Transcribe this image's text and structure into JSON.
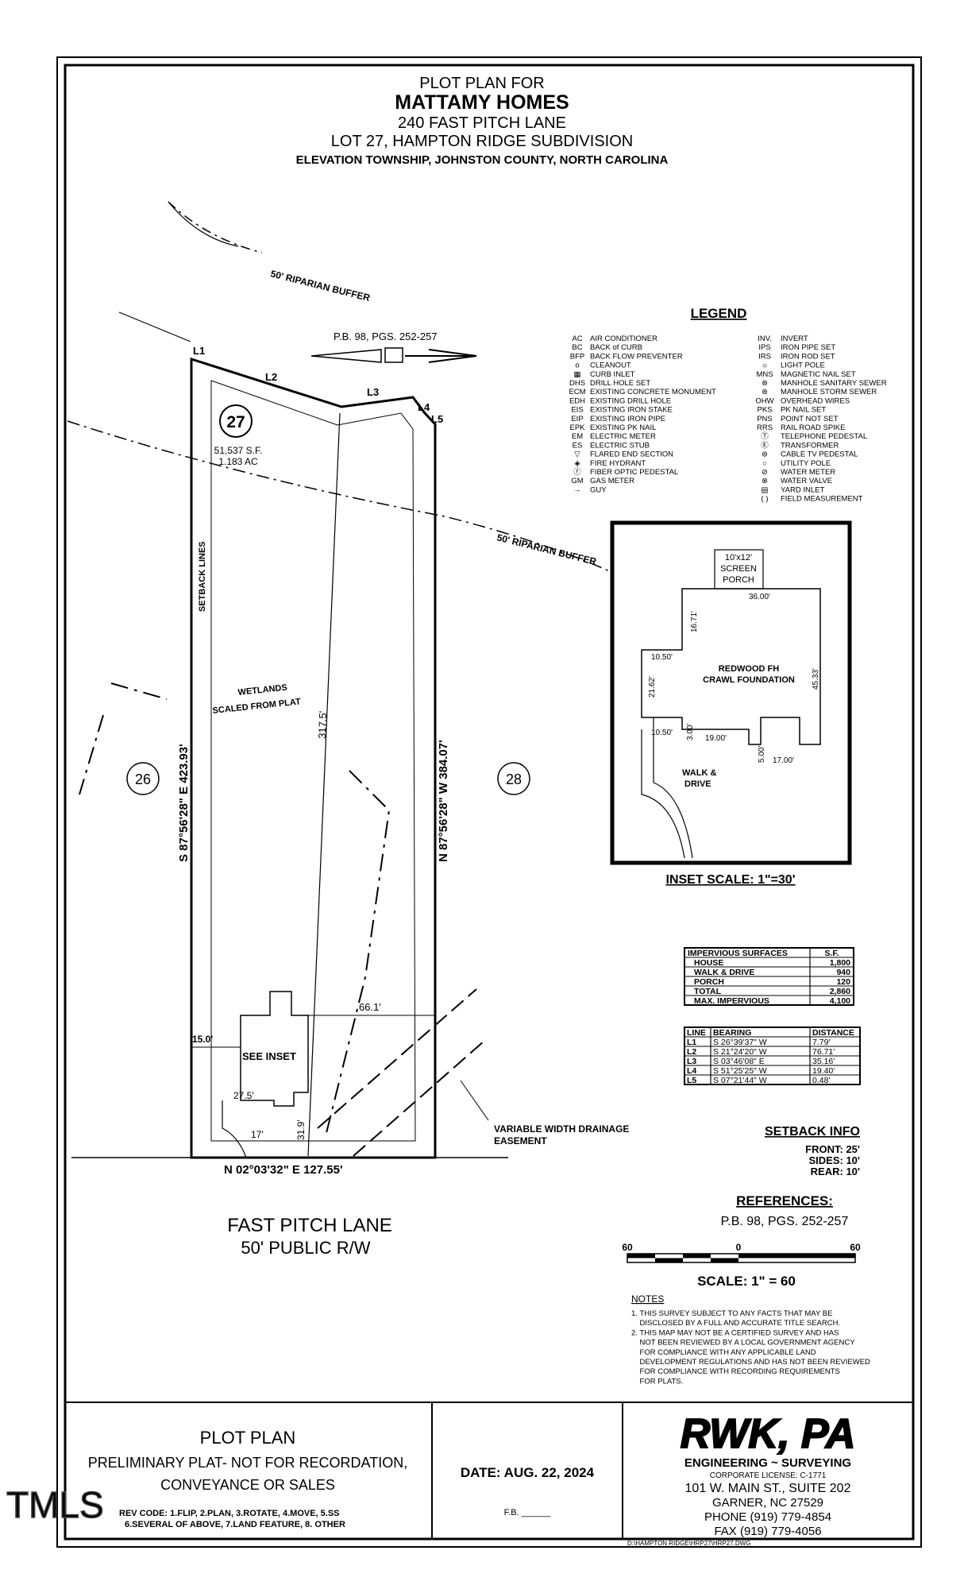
{
  "title": {
    "line1": "PLOT PLAN FOR",
    "line2": "MATTAMY HOMES",
    "line3": "240 FAST PITCH LANE",
    "line4": "LOT 27, HAMPTON RIDGE SUBDIVISION",
    "line5": "ELEVATION TOWNSHIP, JOHNSTON COUNTY, NORTH CAROLINA"
  },
  "plot": {
    "riparian_top": "50' RIPARIAN BUFFER",
    "riparian_mid": "50' RIPARIAN BUFFER",
    "pb_ref": "P.B. 98, PGS. 252-257",
    "lot_number": "27",
    "lot_sf": "51,537 S.F.",
    "lot_ac": "1.183 AC",
    "setback_lines": "SETBACK LINES",
    "wetlands_1": "WETLANDS",
    "wetlands_2": "SCALED FROM PLAT",
    "west_bearing": "S 87°56'28\" E  423.93'",
    "east_bearing": "N 87°56'28\" W  384.07'",
    "diag_dist": "317.5'",
    "lot_left": "26",
    "lot_right": "28",
    "dim_66": "66.1'",
    "dim_15": "15.0'",
    "see_inset": "SEE INSET",
    "dim_275": "27.5'",
    "dim_17": "17'",
    "dim_319": "31.9'",
    "front_bearing": "N 02°03'32\" E   127.55'",
    "drainage_1": "VARIABLE WIDTH DRAINAGE",
    "drainage_2": "EASEMENT",
    "corner_labels": [
      "L1",
      "L2",
      "L3",
      "L4",
      "L5"
    ],
    "street_name": "FAST PITCH LANE",
    "street_rw": "50' PUBLIC R/W"
  },
  "legend": {
    "title": "LEGEND",
    "left": [
      {
        "abbr": "AC",
        "text": "AIR CONDITIONER"
      },
      {
        "abbr": "BC",
        "text": "BACK of CURB"
      },
      {
        "abbr": "BFP",
        "text": "BACK FLOW PREVENTER"
      },
      {
        "abbr": "o",
        "text": "CLEANOUT"
      },
      {
        "abbr": "▦",
        "text": "CURB INLET"
      },
      {
        "abbr": "DHS",
        "text": "DRILL HOLE SET"
      },
      {
        "abbr": "ECM",
        "text": "EXISTING CONCRETE MONUMENT"
      },
      {
        "abbr": "EDH",
        "text": "EXISTING DRILL HOLE"
      },
      {
        "abbr": "EIS",
        "text": "EXISTING IRON STAKE"
      },
      {
        "abbr": "EIP",
        "text": "EXISTING IRON PIPE"
      },
      {
        "abbr": "EPK",
        "text": "EXISTING PK NAIL"
      },
      {
        "abbr": "EM",
        "text": "ELECTRIC METER"
      },
      {
        "abbr": "ES",
        "text": "ELECTRIC STUB"
      },
      {
        "abbr": "▽",
        "text": "FLARED END SECTION"
      },
      {
        "abbr": "◈",
        "text": "FIRE HYDRANT"
      },
      {
        "abbr": "ⓕ",
        "text": "FIBER OPTIC PEDESTAL"
      },
      {
        "abbr": "GM",
        "text": "GAS METER"
      },
      {
        "abbr": "→",
        "text": "GUY"
      }
    ],
    "right": [
      {
        "abbr": "INV.",
        "text": "INVERT"
      },
      {
        "abbr": "IPS",
        "text": "IRON PIPE SET"
      },
      {
        "abbr": "IRS",
        "text": "IRON ROD SET"
      },
      {
        "abbr": "☼",
        "text": "LIGHT POLE"
      },
      {
        "abbr": "MNS",
        "text": "MAGNETIC NAIL SET"
      },
      {
        "abbr": "⊛",
        "text": "MANHOLE SANITARY SEWER"
      },
      {
        "abbr": "⊛",
        "text": "MANHOLE STORM SEWER"
      },
      {
        "abbr": "OHW",
        "text": "OVERHEAD WIRES"
      },
      {
        "abbr": "PKS",
        "text": "PK NAIL SET"
      },
      {
        "abbr": "PNS",
        "text": "POINT NOT SET"
      },
      {
        "abbr": "RRS",
        "text": "RAIL ROAD SPIKE"
      },
      {
        "abbr": "Ⓣ",
        "text": "TELEPHONE PEDESTAL"
      },
      {
        "abbr": "Ⓔ",
        "text": "TRANSFORMER"
      },
      {
        "abbr": "⊚",
        "text": "CABLE TV PEDESTAL"
      },
      {
        "abbr": "○",
        "text": "UTILITY POLE"
      },
      {
        "abbr": "⊘",
        "text": "WATER METER"
      },
      {
        "abbr": "⊗",
        "text": "WATER VALVE"
      },
      {
        "abbr": "▤",
        "text": "YARD INLET"
      },
      {
        "abbr": "( )",
        "text": "FIELD MEASUREMENT"
      }
    ]
  },
  "inset": {
    "porch_1": "10'x12'",
    "porch_2": "SCREEN",
    "porch_3": "PORCH",
    "house_1": "REDWOOD FH",
    "house_2": "CRAWL FOUNDATION",
    "walk_1": "WALK &",
    "walk_2": "DRIVE",
    "dims": [
      "36.00'",
      "16.71'",
      "10.50'",
      "21.62'",
      "45.33'",
      "10.50'",
      "3.00'",
      "19.00'",
      "5.00'",
      "17.00'"
    ],
    "scale": "INSET SCALE: 1\"=30'"
  },
  "impervious": {
    "headers": [
      "IMPERVIOUS SURFACES",
      "S.F."
    ],
    "rows": [
      [
        "HOUSE",
        "1,800"
      ],
      [
        "WALK & DRIVE",
        "940"
      ],
      [
        "PORCH",
        "120"
      ],
      [
        "TOTAL",
        "2,860"
      ],
      [
        "MAX. IMPERVIOUS",
        "4,100"
      ]
    ]
  },
  "lines_table": {
    "headers": [
      "LINE",
      "BEARING",
      "DISTANCE"
    ],
    "rows": [
      [
        "L1",
        "S 26°39'37\" W",
        "7.79'"
      ],
      [
        "L2",
        "S 21°24'20\" W",
        "76.71'"
      ],
      [
        "L3",
        "S 03°46'08\" E",
        "35.16'"
      ],
      [
        "L4",
        "S 51°25'25\" W",
        "19.40'"
      ],
      [
        "L5",
        "S 07°21'44\" W",
        "0.48'"
      ]
    ]
  },
  "setback": {
    "title": "SETBACK INFO",
    "front": "FRONT: 25'",
    "sides": "SIDES: 10'",
    "rear": "REAR: 10'"
  },
  "references": {
    "title": "REFERENCES:",
    "text": "P.B. 98, PGS. 252-257"
  },
  "scale_bar": {
    "labels": [
      "60",
      "0",
      "60"
    ],
    "text": "SCALE: 1\" = 60"
  },
  "notes": {
    "title": "NOTES",
    "lines": [
      "1. THIS SURVEY SUBJECT TO ANY FACTS THAT MAY BE",
      "    DISCLOSED BY A FULL AND ACCURATE TITLE SEARCH.",
      "2. THIS MAP MAY NOT BE A CERTIFIED SURVEY AND HAS",
      "    NOT BEEN REVIEWED BY A LOCAL GOVERNMENT AGENCY",
      "    FOR COMPLIANCE WITH ANY APPLICABLE LAND",
      "    DEVELOPMENT REGULATIONS AND HAS NOT BEEN REVIEWED",
      "    FOR COMPLIANCE WITH RECORDING REQUIREMENTS",
      "    FOR PLATS."
    ]
  },
  "title_block": {
    "plot_plan": "PLOT PLAN",
    "prelim_1": "PRELIMINARY PLAT- NOT FOR RECORDATION,",
    "prelim_2": "CONVEYANCE OR SALES",
    "rev_1": "REV CODE: 1.FLIP, 2.PLAN, 3.ROTATE, 4.MOVE, 5.SS",
    "rev_2": "6.SEVERAL OF ABOVE, 7.LAND FEATURE, 8. OTHER",
    "date": "DATE: AUG. 22, 2024",
    "fb": "F.B. ______",
    "firm_logo": "RWK, PA",
    "firm_1": "ENGINEERING ~ SURVEYING",
    "firm_2": "CORPORATE LICENSE: C-1771",
    "firm_3": "101 W. MAIN ST., SUITE 202",
    "firm_4": "GARNER, NC 27529",
    "firm_5": "PHONE (919) 779-4854",
    "firm_6": "FAX (919) 779-4056",
    "file_path": "D:\\HAMPTON RIDGE\\HRP27\\HRP27.DWG"
  },
  "watermark": "TMLS"
}
